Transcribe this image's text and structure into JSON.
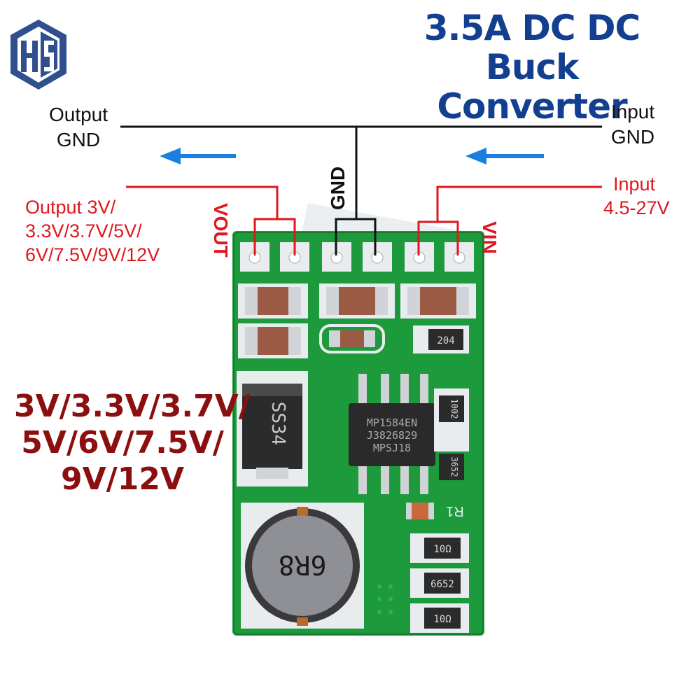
{
  "logo_text": "HS",
  "title": [
    "3.5A DC DC",
    "Buck Converter"
  ],
  "labels": {
    "output_gnd": [
      "Output",
      "GND"
    ],
    "input_gnd": [
      "Input",
      "GND"
    ],
    "gnd_vertical": "GND",
    "vout_vertical": "VOUT",
    "vin_vertical": "VIN",
    "output_voltages": [
      "Output 3V/",
      "3.3V/3.7V/5V/",
      "6V/7.5V/9V/12V"
    ],
    "input_range": [
      "Input",
      "4.5-27V"
    ]
  },
  "voltage_options": [
    "3V/3.3V/3.7V/",
    "5V/6V/7.5V/",
    "9V/12V"
  ],
  "board": {
    "ic_marking": [
      "MP1584EN",
      "J3826829",
      "MPSJ18"
    ],
    "diode_marking": "SS34",
    "inductor_marking": "6R8",
    "resistor_markings": [
      "204",
      "1002",
      "3652",
      "10Ω",
      "6652",
      "10Ω"
    ],
    "silkscreen_r1": "R1"
  },
  "colors": {
    "title_blue": "#123f8f",
    "label_red": "#e0171f",
    "voltage_dark_red": "#8b0f0f",
    "arrow_blue": "#1a7fe0",
    "pcb_green": "#1d9a3c"
  }
}
